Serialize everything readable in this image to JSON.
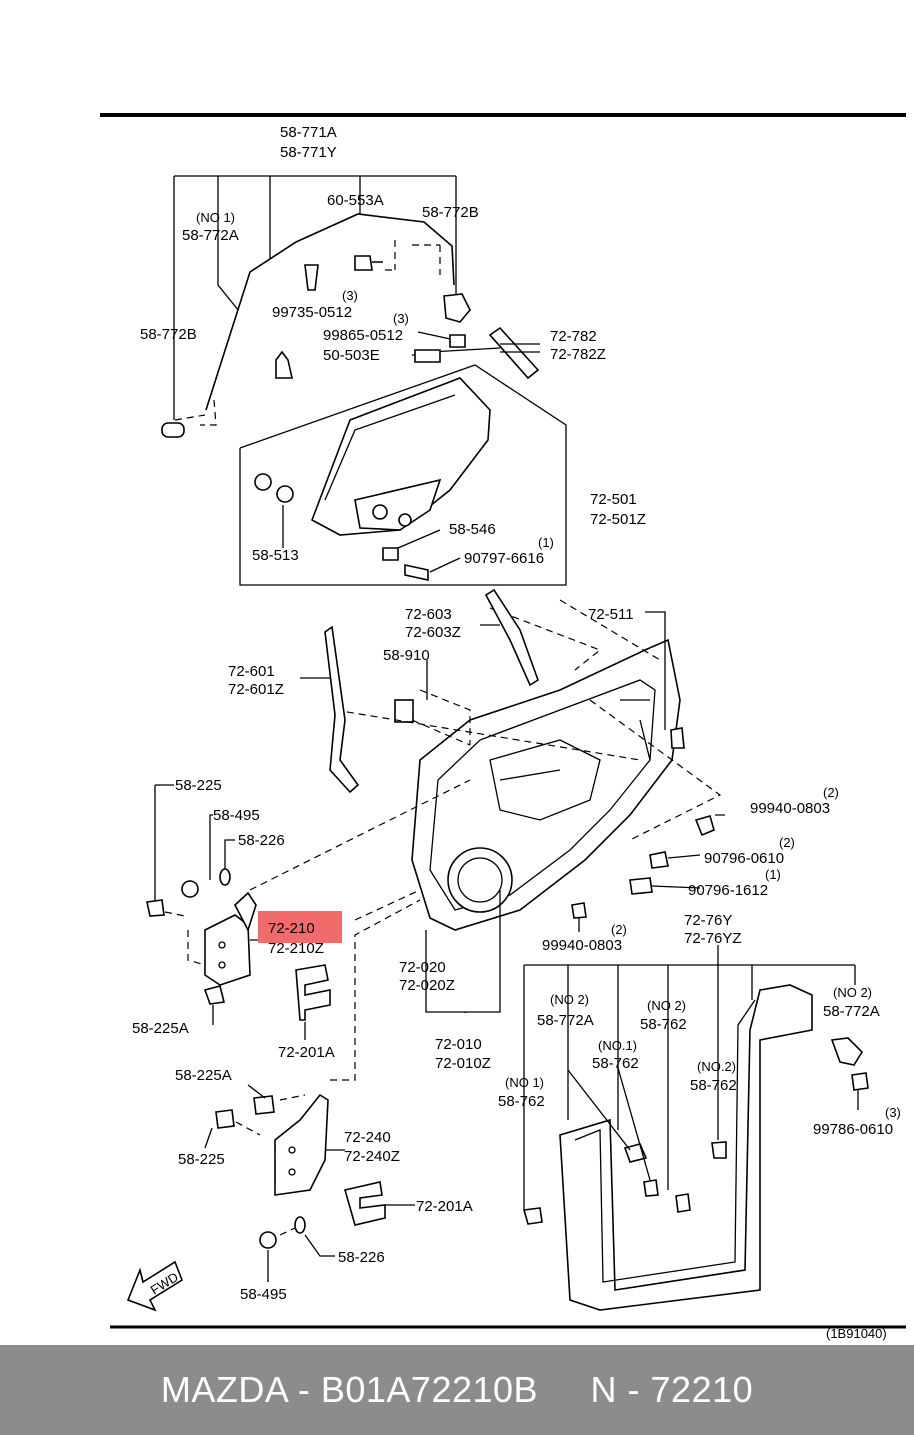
{
  "diagram": {
    "labels": {
      "p58_771": "58-771A",
      "p58_771y": "58-771Y",
      "p60_553a": "60-553A",
      "p58_772b_top": "58-772B",
      "no1_a": "(NO 1)",
      "p58_772a_top": "58-772A",
      "p58_772b_left": "58-772B",
      "qty3_a": "(3)",
      "p99735": "99735-0512",
      "qty3_b": "(3)",
      "p99865": "99865-0512",
      "p50_503e": "50-503E",
      "p72_782": "72-782",
      "p72_782z": "72-782Z",
      "p72_501": "72-501",
      "p72_501z": "72-501Z",
      "p58_546": "58-546",
      "qty1_a": "(1)",
      "p90797": "90797-6616",
      "p58_513": "58-513",
      "p72_603": "72-603",
      "p72_603z": "72-603Z",
      "p72_511": "72-511",
      "p72_601": "72-601",
      "p72_601z": "72-601Z",
      "p58_910": "58-910",
      "p58_225_top": "58-225",
      "p58_495_top": "58-495",
      "p58_226_top": "58-226",
      "qty2_a": "(2)",
      "p99940_a": "99940-0803",
      "qty2_b": "(2)",
      "p90796_0610": "90796-0610",
      "qty1_b": "(1)",
      "p90796_1612": "90796-1612",
      "p72_210": "72-210",
      "p72_210z": "72-210Z",
      "qty2_c": "(2)",
      "p99940_b": "99940-0803",
      "p72_76y": "72-76Y",
      "p72_76yz": "72-76YZ",
      "p72_020": "72-020",
      "p72_020z": "72-020Z",
      "p58_225a_top": "58-225A",
      "p72_201a_top": "72-201A",
      "no2_a": "(NO 2)",
      "p58_772a_mid": "58-772A",
      "no2_b": "(NO 2)",
      "p58_762_a": "58-762",
      "no2_c": "(NO 2)",
      "p58_772a_right": "58-772A",
      "p72_010": "72-010",
      "p72_010z": "72-010Z",
      "no1_b": "(NO.1)",
      "p58_762_b": "58-762",
      "no1_c": "(NO 1)",
      "p58_762_c": "58-762",
      "no2_d": "(NO.2)",
      "p58_762_d": "58-762",
      "qty3_c": "(3)",
      "p99786": "99786-0610",
      "p58_225a_mid": "58-225A",
      "p72_240": "72-240",
      "p72_240z": "72-240Z",
      "p58_225_bot": "58-225",
      "p72_201a_bot": "72-201A",
      "p58_226_bot": "58-226",
      "p58_495_bot": "58-495",
      "fwd": "FWD",
      "diagram_code": "(1B91040)"
    },
    "highlight_color": "#f26b6b"
  },
  "footer": {
    "text": "MAZDA - B01A72210B     N - 72210",
    "background": "#8c8c8c"
  }
}
